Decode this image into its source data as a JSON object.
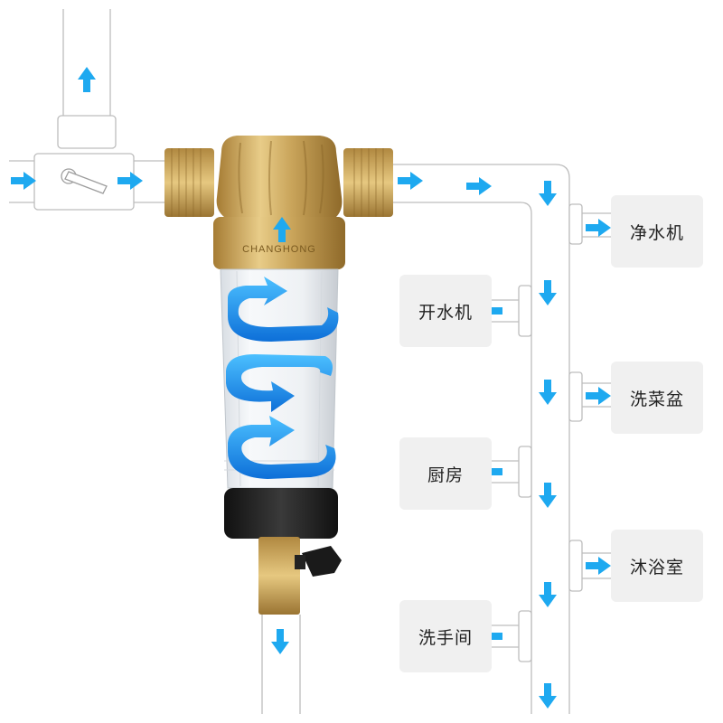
{
  "brand": {
    "text": "CHANGHONG"
  },
  "colors": {
    "pipe_stroke": "#bdbdbd",
    "flow_arrow": "#1ea9f0",
    "brass": "#c9a45a",
    "swirl_blue": "#1a8fe8",
    "box_fill": "#f0f0f0"
  },
  "outlets": [
    {
      "label": "净水机"
    },
    {
      "label": "开水机"
    },
    {
      "label": "洗菜盆"
    },
    {
      "label": "厨房"
    },
    {
      "label": "沐浴室"
    },
    {
      "label": "洗手间"
    }
  ],
  "icons": {
    "valve": "ball-valve-icon",
    "filter": "pre-filter-icon",
    "arrows": "flow-arrow-icon"
  }
}
